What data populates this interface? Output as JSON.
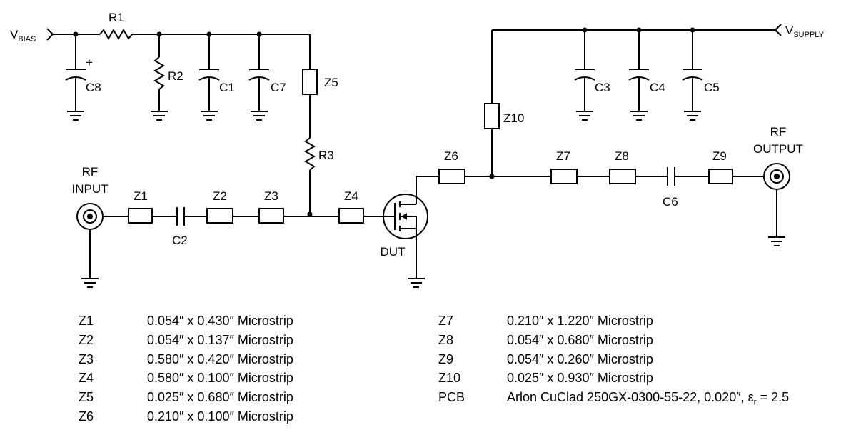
{
  "schematic": {
    "labels": {
      "vbias": "V",
      "vbias_sub": "BIAS",
      "vsupply": "V",
      "vsupply_sub": "SUPPLY",
      "r1": "R1",
      "r2": "R2",
      "r3": "R3",
      "c1": "C1",
      "c2": "C2",
      "c3": "C3",
      "c4": "C4",
      "c5": "C5",
      "c6": "C6",
      "c7": "C7",
      "c8": "C8",
      "c8_pol": "+",
      "z1": "Z1",
      "z2": "Z2",
      "z3": "Z3",
      "z4": "Z4",
      "z5": "Z5",
      "z6": "Z6",
      "z7": "Z7",
      "z8": "Z8",
      "z9": "Z9",
      "z10": "Z10",
      "rf_input_l1": "RF",
      "rf_input_l2": "INPUT",
      "rf_output_l1": "RF",
      "rf_output_l2": "OUTPUT",
      "dut": "DUT"
    }
  },
  "legend": {
    "left": [
      {
        "ref": "Z1",
        "desc": "0.054″ x 0.430″ Microstrip"
      },
      {
        "ref": "Z2",
        "desc": "0.054″ x 0.137″ Microstrip"
      },
      {
        "ref": "Z3",
        "desc": "0.580″ x 0.420″ Microstrip"
      },
      {
        "ref": "Z4",
        "desc": "0.580″ x 0.100″ Microstrip"
      },
      {
        "ref": "Z5",
        "desc": "0.025″ x 0.680″ Microstrip"
      },
      {
        "ref": "Z6",
        "desc": "0.210″ x 0.100″ Microstrip"
      }
    ],
    "right": [
      {
        "ref": "Z7",
        "desc": "0.210″ x 1.220″ Microstrip"
      },
      {
        "ref": "Z8",
        "desc": "0.054″ x 0.680″ Microstrip"
      },
      {
        "ref": "Z9",
        "desc": "0.054″ x 0.260″ Microstrip"
      },
      {
        "ref": "Z10",
        "desc": "0.025″ x 0.930″ Microstrip"
      },
      {
        "ref": "PCB",
        "desc": "Arlon CuClad 250GX-0300-55-22, 0.020″, ε",
        "desc_sub": "r",
        "desc_tail": " = 2.5"
      }
    ]
  }
}
